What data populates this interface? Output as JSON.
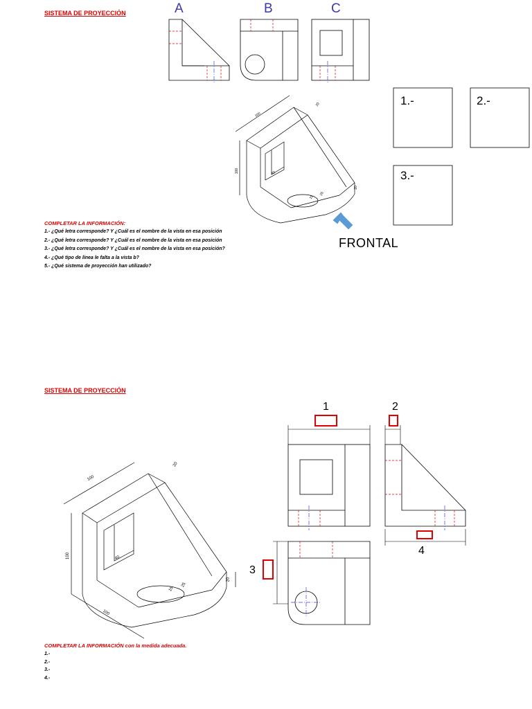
{
  "section1": {
    "title": "SISTEMA DE PROYECCIÓN",
    "view_letters": [
      "A",
      "B",
      "C"
    ],
    "answer_boxes": [
      "1.-",
      "2.-",
      "3.-"
    ],
    "frontal_label": "FRONTAL",
    "arrow_color": "#5b9bd5",
    "iso_dims": {
      "top": "100",
      "top_small": "20",
      "height": "100",
      "side": "20",
      "window": "40",
      "hole_diam": "25",
      "hole_small": "15"
    },
    "questions_heading": "COMPLETAR LA INFORMACIÓN:",
    "questions": [
      "1.- ¿Qué letra corresponde? Y ¿Cuál es el nombre de la vista en esa posición",
      "2.- ¿Qué letra corresponde? Y ¿Cuál es el nombre de la vista en esa posición",
      "3.- ¿Qué letra corresponde? Y ¿Cuál es el nombre de la vista en esa posición?",
      "4.- ¿Qué tipo de línea le falta a la vista b?",
      "5.- ¿Qué sistema de proyección han utilizado?"
    ]
  },
  "section2": {
    "title": "SISTEMA DE PROYECCIÓN",
    "dim_numbers": [
      "1",
      "2",
      "3",
      "4"
    ],
    "iso_dims": {
      "top": "100",
      "top_small": "20",
      "height": "100",
      "side": "20",
      "window": "40",
      "hole_diam": "25",
      "hole_small": "15",
      "bottom": "100"
    },
    "questions_heading": "COMPLETAR LA INFORMACIÓN con la medida adecuada.",
    "answers": [
      "1.-",
      "2.-",
      "3.-",
      "4.-"
    ]
  },
  "colors": {
    "title_red": "#e00000",
    "letter_blue": "#3a3aa8",
    "hidden_red": "#e00000",
    "center_blue": "#3a3aff"
  }
}
